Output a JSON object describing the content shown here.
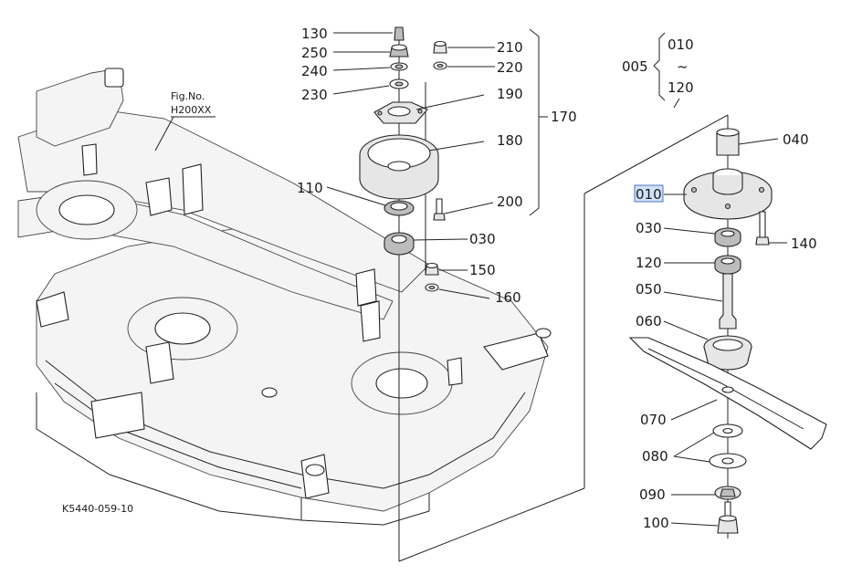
{
  "figure": {
    "fig_label_line1": "Fig.No.",
    "fig_label_line2": "H200XX",
    "drawing_code": "K5440-059-10"
  },
  "left_assembly": {
    "callouts": [
      "130",
      "250",
      "240",
      "230",
      "210",
      "220",
      "190",
      "180",
      "110",
      "200",
      "030",
      "150",
      "160"
    ],
    "group_label": "170"
  },
  "right_assembly": {
    "range_label": "005",
    "range_start": "010",
    "range_tilde": "~",
    "range_end": "120",
    "highlighted": "010",
    "callouts": [
      "040",
      "030",
      "140",
      "120",
      "050",
      "060",
      "070",
      "080",
      "090",
      "100"
    ]
  }
}
